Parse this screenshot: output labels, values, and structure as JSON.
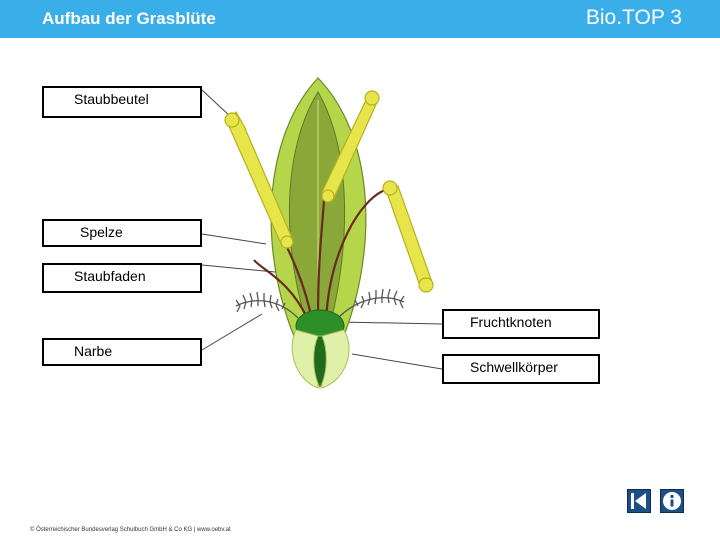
{
  "header": {
    "title": "Aufbau der Grasblüte",
    "brand": "Bio.TOP 3"
  },
  "labels": {
    "staubbeutel": "Staubbeutel",
    "spelze": "Spelze",
    "staubfaden": "Staubfaden",
    "fruchtknoten": "Fruchtknoten",
    "narbe": "Narbe",
    "schwellkoerper": "Schwellkörper"
  },
  "footer": {
    "copyright": "© Österreichischer Bundesverlag Schulbuch GmbH & Co KG | www.oebv.at"
  },
  "nav": {
    "back_icon": "skip-back-icon",
    "info_icon": "info-icon"
  },
  "colors": {
    "header": "#3aaee9",
    "glume": "#b5d64a",
    "glume_inner": "#7c9a2e",
    "anther": "#e6e64a",
    "filament": "#6b2a1e",
    "ovary": "#2e8f2a",
    "lodicule": "#dff0a8",
    "nav_button": "#1c4f86"
  }
}
